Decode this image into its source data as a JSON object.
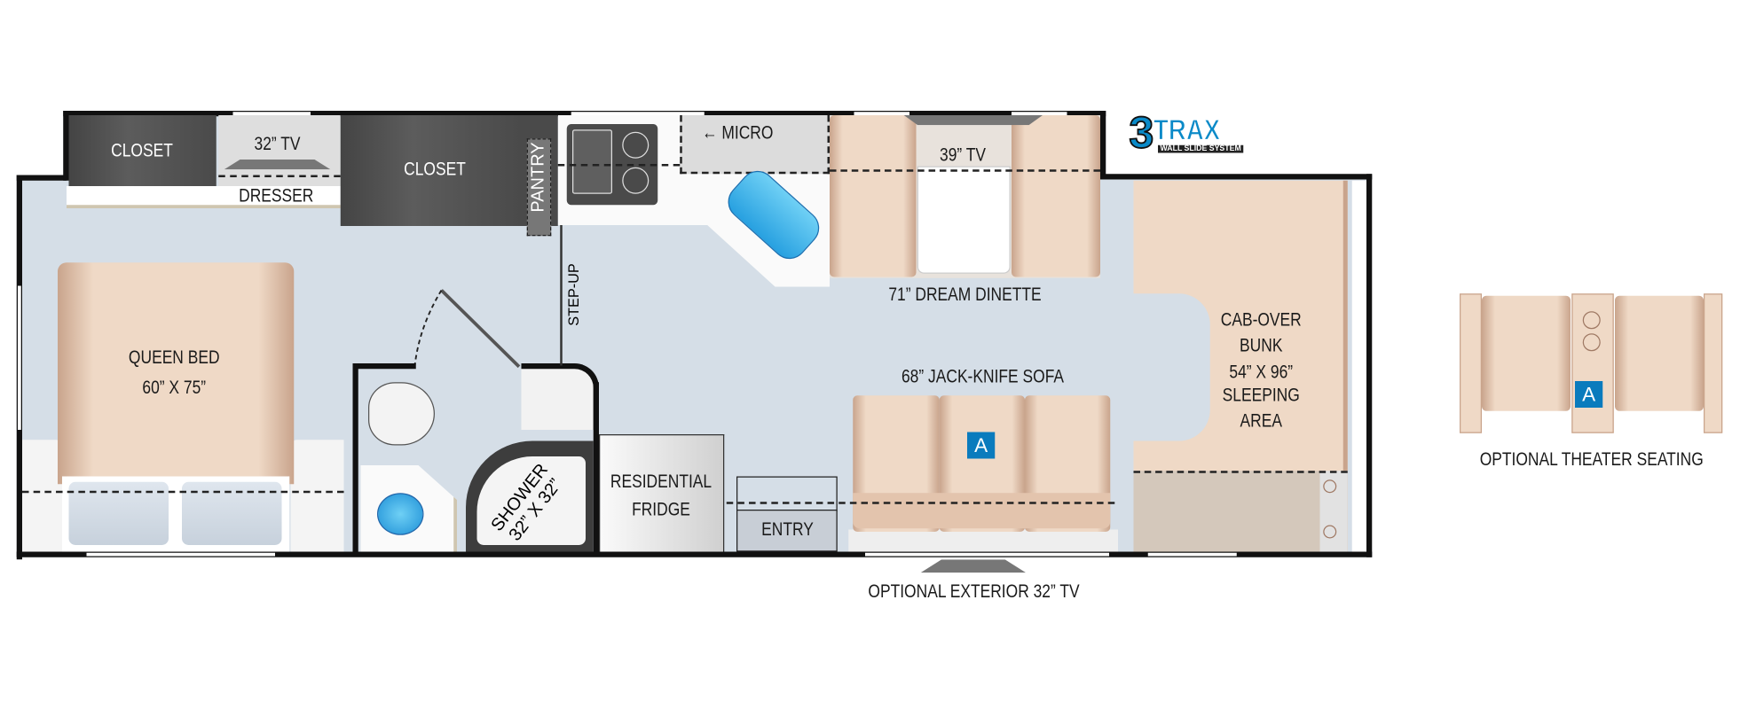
{
  "logo": {
    "name": "3TRAX",
    "tagline": "WALL SLIDE SYSTEM"
  },
  "rooms": {
    "closet_left": "CLOSET",
    "tv_bedroom": "32” TV",
    "dresser": "DRESSER",
    "closet_right": "CLOSET",
    "pantry": "PANTRY",
    "micro": "MICRO",
    "dinette_tv": "39” TV",
    "dinette": "71” DREAM DINETTE",
    "step_up": "STEP-UP",
    "queen_bed": "QUEEN BED",
    "queen_bed_size": "60” X 75”",
    "shower": "SHOWER",
    "shower_size": "32” X 32”",
    "fridge_line1": "RESIDENTIAL",
    "fridge_line2": "FRIDGE",
    "entry": "ENTRY",
    "sofa": "68” JACK-KNIFE SOFA",
    "sofa_badge": "A",
    "exterior_tv": "OPTIONAL EXTERIOR 32” TV",
    "bunk_line1": "CAB-OVER",
    "bunk_line2": "BUNK",
    "bunk_size": "54” X 96”",
    "bunk_line3": "SLEEPING",
    "bunk_line4": "AREA"
  },
  "theater": {
    "badge": "A",
    "label": "OPTIONAL THEATER SEATING"
  },
  "colors": {
    "floor": "#d5dee7",
    "wall": "#111111",
    "upholstery": "#efd9c6",
    "badge": "#0a7bbd",
    "sink": "#3fb4ea"
  }
}
